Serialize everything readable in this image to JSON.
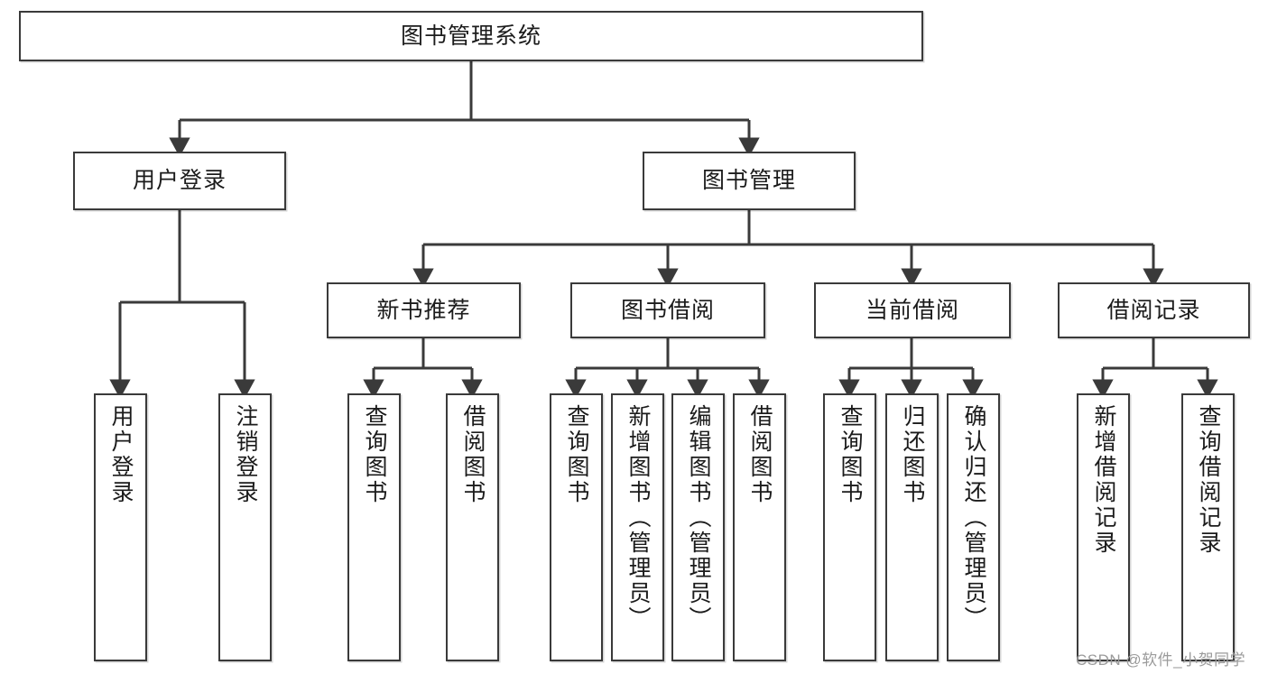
{
  "diagram": {
    "title": "图书管理系统",
    "type": "tree-hierarchy",
    "watermark": "CSDN @软件_小贺同学",
    "colors": {
      "node_border": "#3a3a3a",
      "node_fill": "#ffffff",
      "edge": "#3a3a3a",
      "text": "#1b1b1b",
      "watermark": "#9b9b9b"
    },
    "nodes": {
      "root": {
        "label": "图书管理系统"
      },
      "level2": [
        {
          "id": "user-login",
          "label": "用户登录"
        },
        {
          "id": "book-manage",
          "label": "图书管理"
        }
      ],
      "level3": [
        {
          "id": "new-book-recommend",
          "label": "新书推荐"
        },
        {
          "id": "book-borrow",
          "label": "图书借阅"
        },
        {
          "id": "current-borrow",
          "label": "当前借阅"
        },
        {
          "id": "borrow-record",
          "label": "借阅记录"
        }
      ],
      "leaves": {
        "user-login": [
          {
            "id": "leaf-user-login",
            "label": "用户登录"
          },
          {
            "id": "leaf-logout",
            "label": "注销登录"
          }
        ],
        "new-book-recommend": [
          {
            "id": "leaf-query-book-1",
            "label": "查询图书"
          },
          {
            "id": "leaf-borrow-book-1",
            "label": "借阅图书"
          }
        ],
        "book-borrow": [
          {
            "id": "leaf-query-book-2",
            "label": "查询图书"
          },
          {
            "id": "leaf-add-book",
            "label": "新增图书（管理员）"
          },
          {
            "id": "leaf-edit-book",
            "label": "编辑图书（管理员）"
          },
          {
            "id": "leaf-borrow-book-2",
            "label": "借阅图书"
          }
        ],
        "current-borrow": [
          {
            "id": "leaf-query-book-3",
            "label": "查询图书"
          },
          {
            "id": "leaf-return-book",
            "label": "归还图书"
          },
          {
            "id": "leaf-confirm-return",
            "label": "确认归还（管理员）"
          }
        ],
        "borrow-record": [
          {
            "id": "leaf-add-record",
            "label": "新增借阅记录"
          },
          {
            "id": "leaf-query-record",
            "label": "查询借阅记录"
          }
        ]
      }
    }
  }
}
